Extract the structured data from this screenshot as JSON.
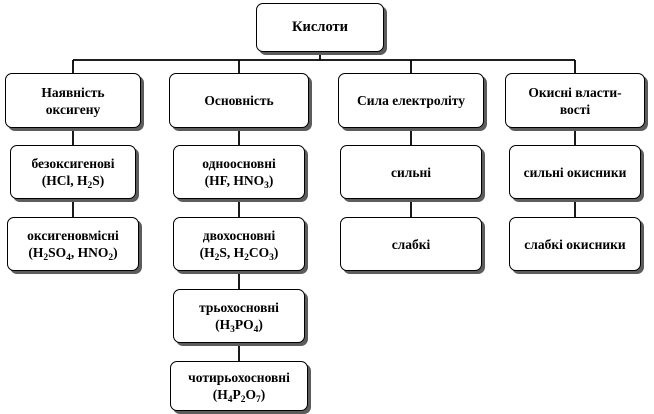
{
  "root": {
    "label": "Кислоти"
  },
  "categories": [
    {
      "label": "Наявність оксигену",
      "items": [
        {
          "line1": "безоксигенові",
          "line2_html": "(HCl, H<sub>2</sub>S)"
        },
        {
          "line1": "оксигеновмісні",
          "line2_html": "(H<sub>2</sub>SO<sub>4</sub>, HNO<sub>2</sub>)"
        }
      ]
    },
    {
      "label": "Основність",
      "items": [
        {
          "line1": "одноосновні",
          "line2_html": "(HF, HNO<sub>3</sub>)"
        },
        {
          "line1": "двохосновні",
          "line2_html": "(H<sub>2</sub>S, H<sub>2</sub>CO<sub>3</sub>)"
        },
        {
          "line1": "трьохосновні",
          "line2_html": "(H<sub>3</sub>PO<sub>4</sub>)"
        },
        {
          "line1": "чотирьохосновні",
          "line2_html": "(H<sub>4</sub>P<sub>2</sub>O<sub>7</sub>)"
        }
      ]
    },
    {
      "label": "Сила електроліту",
      "items": [
        {
          "line1": "сильні"
        },
        {
          "line1": "слабкі"
        }
      ]
    },
    {
      "label": "Окисні власти-вості",
      "items": [
        {
          "line1": "сильні окисники"
        },
        {
          "line1": "слабкі окисники"
        }
      ]
    }
  ]
}
